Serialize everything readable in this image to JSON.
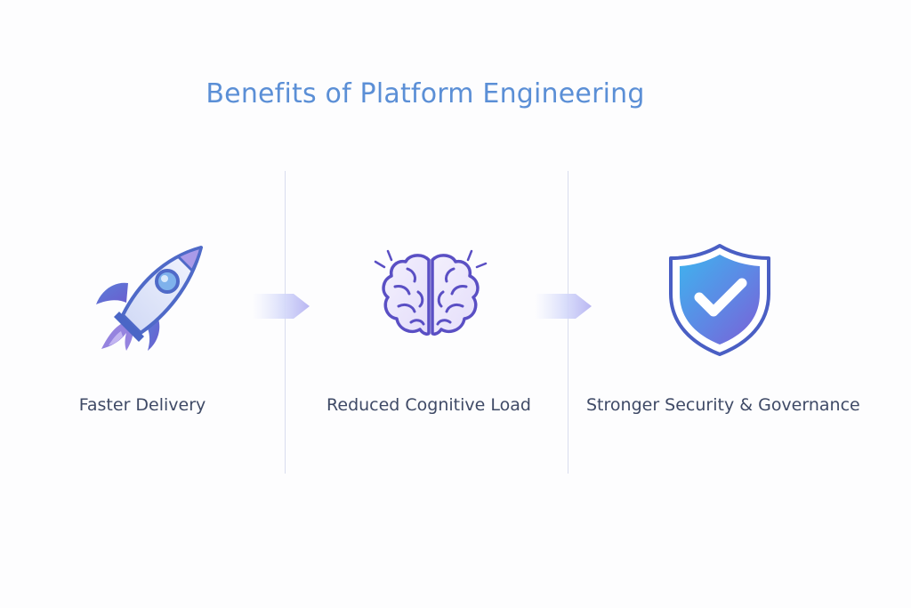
{
  "title": "Benefits of Platform Engineering",
  "colors": {
    "title": "#5b8fd6",
    "label": "#3f4a66",
    "divider": "#d9ddee",
    "accent_purple": "#7b68d8",
    "accent_blue": "#3fa8ea"
  },
  "benefits": [
    {
      "icon": "rocket-icon",
      "label": "Faster Delivery"
    },
    {
      "icon": "brain-icon",
      "label": "Reduced Cognitive Load"
    },
    {
      "icon": "shield-check-icon",
      "label": "Stronger Security & Governance"
    }
  ],
  "connectors": [
    {
      "icon": "arrow-right-icon"
    },
    {
      "icon": "arrow-right-icon"
    }
  ]
}
